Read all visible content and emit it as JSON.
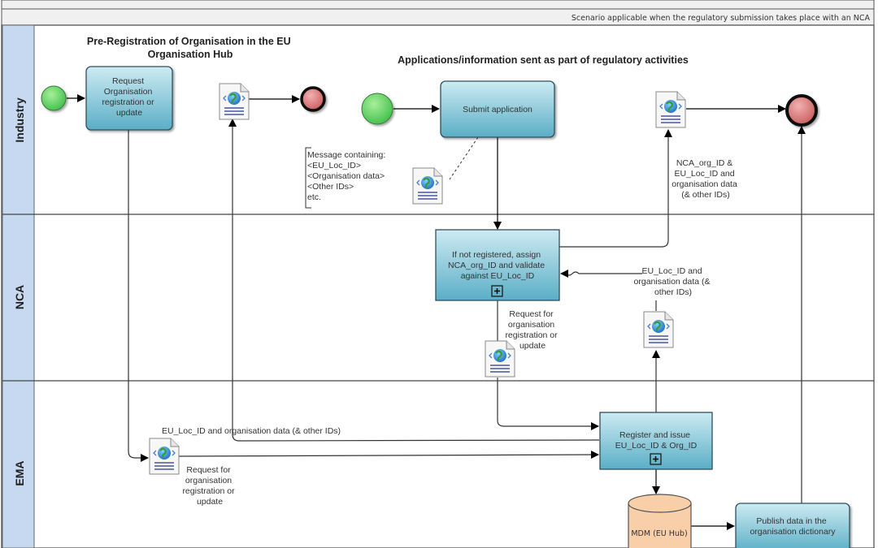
{
  "header": {
    "scenario_note": "Scenario applicable when the regulatory submission takes place with an NCA"
  },
  "lanes": [
    {
      "id": "industry",
      "label": "Industry"
    },
    {
      "id": "nca",
      "label": "NCA"
    },
    {
      "id": "ema",
      "label": "EMA"
    }
  ],
  "sections": {
    "pre_registration_title": [
      "Pre-Registration of Organisation in the EU",
      "Organisation Hub"
    ],
    "applications_title": "Applications/information sent as part of regulatory activities"
  },
  "tasks": {
    "request_registration": [
      "Request",
      "Organisation",
      "registration or",
      "update"
    ],
    "submit_application": [
      "Submit application"
    ],
    "assign_validate": [
      "If not registered, assign",
      "NCA_org_ID and validate",
      "against EU_Loc_ID"
    ],
    "register_issue": [
      "Register and issue",
      "EU_Loc_ID & Org_ID"
    ],
    "publish_data": [
      "Publish data in the",
      "organisation dictionary"
    ]
  },
  "datastore": {
    "label": "MDM (EU Hub)"
  },
  "annotation": {
    "lines": [
      "Message containing:",
      "<EU_Loc_ID>",
      "<Organisation data>",
      "<Other IDs>",
      "etc."
    ]
  },
  "flow_labels": {
    "nca_response": [
      "NCA_org_ID &",
      "EU_Loc_ID and",
      "organisation data",
      "(& other IDs)"
    ],
    "eu_loc_to_nca": [
      "EU_Loc_ID and",
      "organisation data (&",
      "other IDs)"
    ],
    "nca_request": [
      "Request for",
      "organisation",
      "registration or",
      "update"
    ],
    "ema_response": "EU_Loc_ID and organisation data (& other IDs)",
    "ema_request": [
      "Request for",
      "organisation",
      "registration or",
      "update"
    ]
  },
  "colors": {
    "lane_header": "#c6d9f0",
    "task_top": "#c9e8f0",
    "task_bottom": "#5fb3c9",
    "start_event": "#5fcf5f",
    "end_event": "#d97b7b",
    "datastore": "#f9cfaa"
  }
}
